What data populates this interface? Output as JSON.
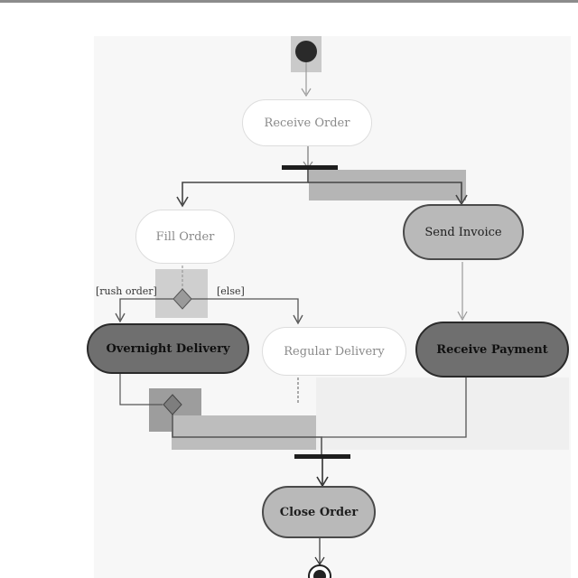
{
  "diagram": {
    "actions": {
      "receive_order": "Receive Order",
      "fill_order": "Fill Order",
      "send_invoice": "Send Invoice",
      "overnight_delivery": "Overnight Delivery",
      "regular_delivery": "Regular Delivery",
      "receive_payment": "Receive Payment",
      "close_order": "Close Order"
    },
    "guards": {
      "rush_order": "[rush order]",
      "else": "[else]"
    }
  }
}
